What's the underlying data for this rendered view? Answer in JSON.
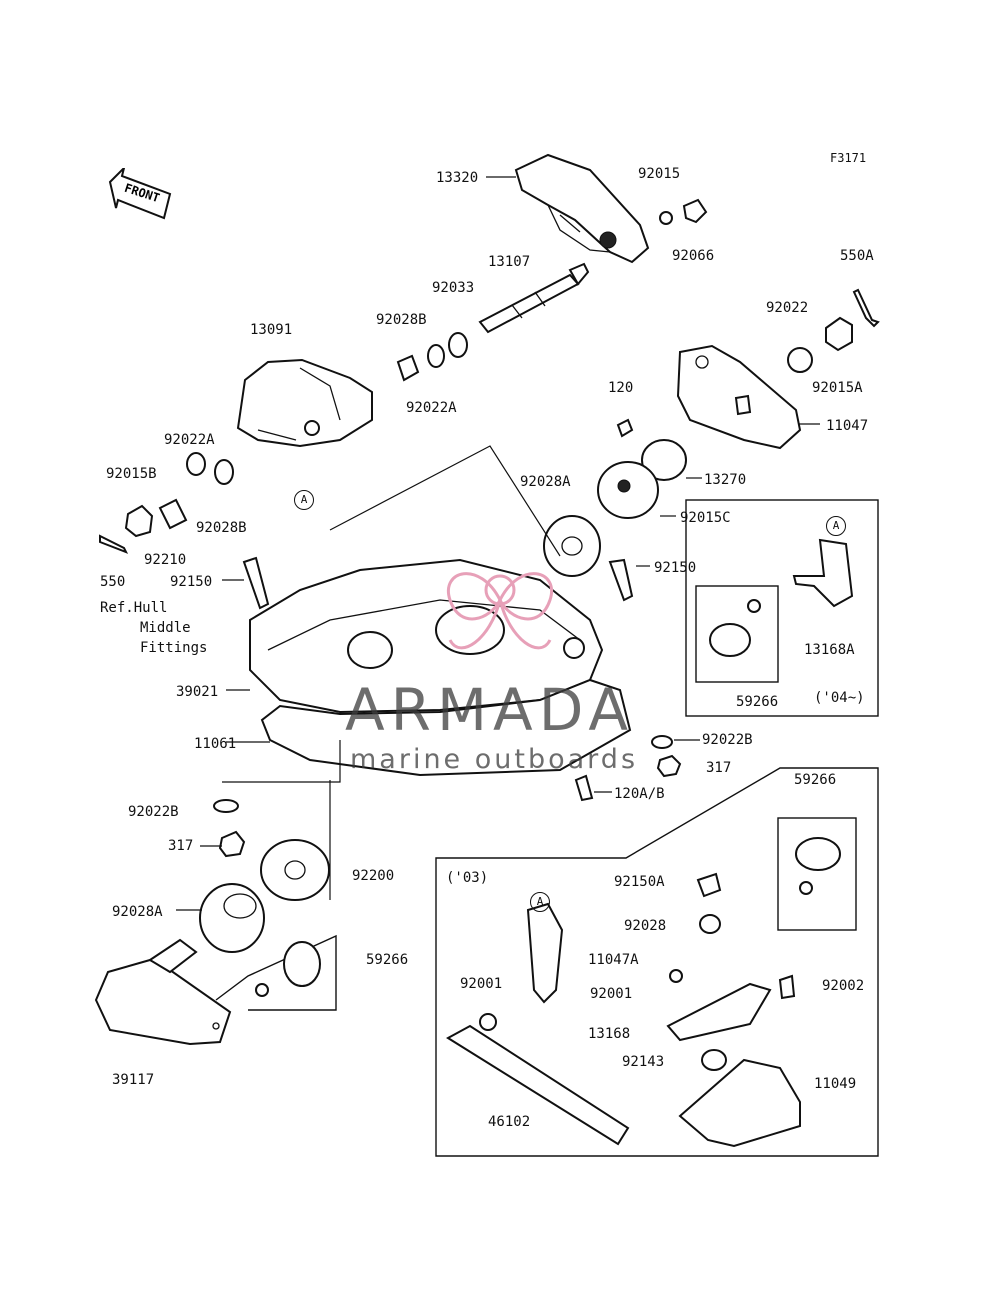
{
  "figure_code": "F3171",
  "front_label": "FRONT",
  "ref_note": {
    "line1": "Ref.Hull",
    "line2": "Middle",
    "line3": "Fittings"
  },
  "box_04_note": "('04~)",
  "box_03_note": "('03)",
  "callout_marker": "A",
  "watermark": {
    "title": "ARMADA",
    "subtitle": "marine outboards",
    "logo_color": "#e7a0b8"
  },
  "labels": {
    "p13320": "13320",
    "p92015": "92015",
    "p92066": "92066",
    "p550A": "550A",
    "p13107": "13107",
    "p92033": "92033",
    "p92028B_top": "92028B",
    "p13091": "13091",
    "p92022_top": "92022",
    "p92015A": "92015A",
    "p92022A_mid": "92022A",
    "p11047": "11047",
    "p120": "120",
    "p92022A_left": "92022A",
    "p13270": "13270",
    "p92015B": "92015B",
    "p92028B_left": "92028B",
    "p92028A_top": "92028A",
    "p92015C": "92015C",
    "p92210": "92210",
    "p550": "550",
    "p92150_left": "92150",
    "p92150_right": "92150",
    "p13168A": "13168A",
    "p59266_box04": "59266",
    "p39021": "39021",
    "p11061": "11061",
    "p92022B_right": "92022B",
    "p317_right": "317",
    "p59266_right": "59266",
    "p92022B_left": "92022B",
    "p120AB": "120A/B",
    "p317_left": "317",
    "p92200": "92200",
    "p92150A": "92150A",
    "p92028A_left": "92028A",
    "p92028": "92028",
    "p59266_mid": "59266",
    "p11047A": "11047A",
    "p92001_left": "92001",
    "p92001_right": "92001",
    "p92002": "92002",
    "p13168": "13168",
    "p92143": "92143",
    "p39117": "39117",
    "p11049": "11049",
    "p46102": "46102"
  }
}
